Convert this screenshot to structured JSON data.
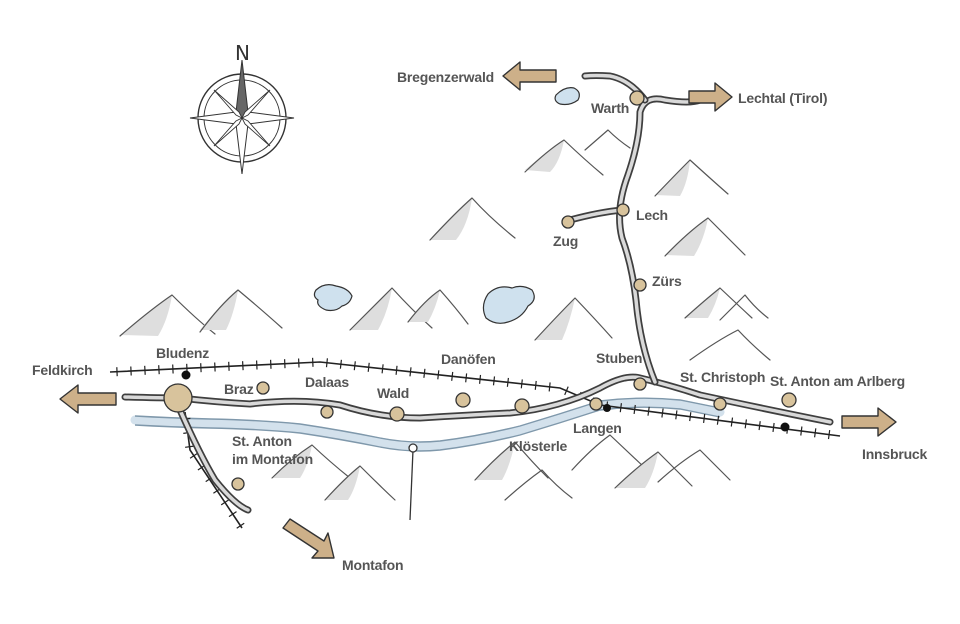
{
  "colors": {
    "town_fill": "#d8c39c",
    "arrow_fill": "#cdb089",
    "river": "#bcd3e4",
    "road": "#3f3f3f",
    "text": "#555555"
  },
  "compass": {
    "north_label": "N",
    "icon": "compass-rose-icon"
  },
  "directions": {
    "bregenzerwald": "Bregenzerwald",
    "lechtal": "Lechtal (Tirol)",
    "feldkirch": "Feldkirch",
    "innsbruck": "Innsbruck",
    "montafon": "Montafon"
  },
  "towns": {
    "warth": "Warth",
    "lech": "Lech",
    "zug": "Zug",
    "zuers": "Zürs",
    "bludenz": "Bludenz",
    "braz": "Braz",
    "dalaas": "Dalaas",
    "wald": "Wald",
    "danoefen": "Danöfen",
    "stuben": "Stuben",
    "st_christoph": "St. Christoph",
    "st_anton_arlberg": "St. Anton am Arlberg",
    "langen": "Langen",
    "kloesterle": "Klösterle",
    "st_anton_montafon_line1": "St. Anton",
    "st_anton_montafon_line2": "im Montafon"
  }
}
